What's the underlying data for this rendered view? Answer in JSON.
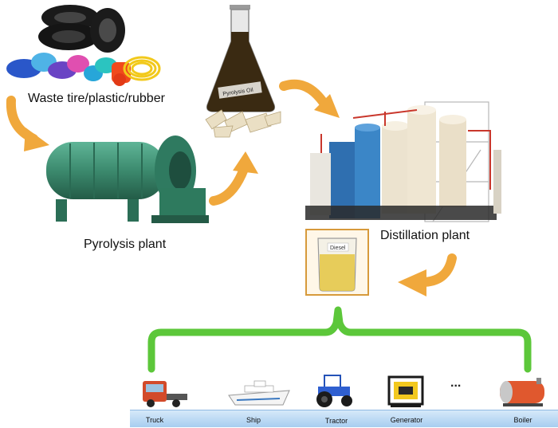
{
  "labels": {
    "waste": "Waste tire/plastic/rubber",
    "pyrolysis_plant": "Pyrolysis plant",
    "distillation_plant": "Distillation plant",
    "pyrolysis_oil_tag": "Pyrolysis Oil",
    "diesel_tag": "Diesel",
    "ellipsis": "..."
  },
  "vehicles": [
    {
      "label": "Truck",
      "icon": "truck-icon"
    },
    {
      "label": "Ship",
      "icon": "ship-icon"
    },
    {
      "label": "Tractor",
      "icon": "tractor-icon"
    },
    {
      "label": "Generator",
      "icon": "generator-icon"
    },
    {
      "label": "Boiler",
      "icon": "boiler-icon"
    }
  ],
  "colors": {
    "arrow": "#f0a83c",
    "bracket": "#5cc73a",
    "reactor": "#3c8a6e",
    "frame": "#d79a3b"
  }
}
